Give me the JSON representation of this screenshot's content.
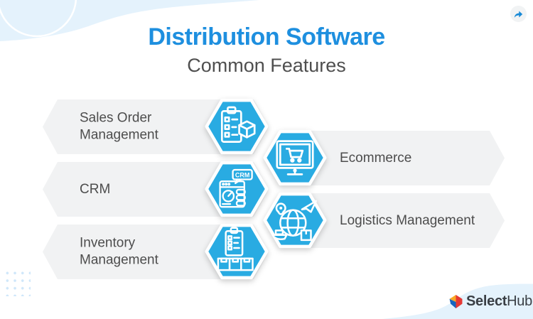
{
  "header": {
    "title": "Distribution Software",
    "subtitle": "Common Features"
  },
  "share_button": {
    "icon": "share-arrow-icon"
  },
  "features": [
    {
      "label": "Sales Order Management",
      "side": "left",
      "icon": "sales-order-icon"
    },
    {
      "label": "Ecommerce",
      "side": "right",
      "icon": "ecommerce-icon"
    },
    {
      "label": "CRM",
      "side": "left",
      "icon": "crm-icon"
    },
    {
      "label": "Logistics Management",
      "side": "right",
      "icon": "logistics-icon"
    },
    {
      "label": "Inventory Management",
      "side": "left",
      "icon": "inventory-icon"
    }
  ],
  "icons": {
    "crm_badge": "CRM"
  },
  "footer": {
    "brand_bold": "Select",
    "brand_light": "Hub"
  },
  "colors": {
    "hexagon_blue": "#29abe2",
    "title_blue": "#1e8fdf",
    "text_gray": "#4d4d4d",
    "banner_gray": "#f1f2f3",
    "decor_blue": "#e4f2fc",
    "logo_yellow": "#f9a825",
    "logo_red": "#e53935",
    "logo_blue": "#1565c0"
  }
}
